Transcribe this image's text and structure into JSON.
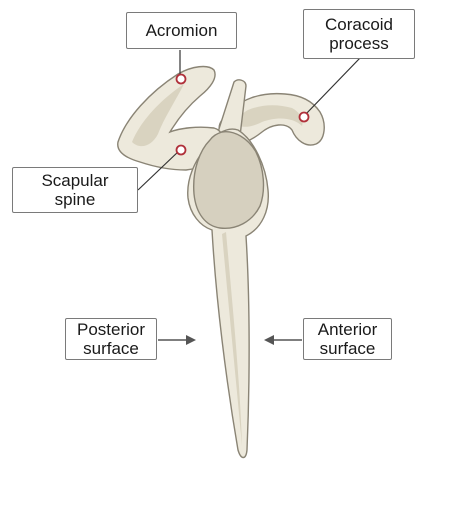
{
  "labels": {
    "acromion": "Acromion",
    "coracoid_process": "Coracoid\nprocess",
    "scapular_spine": "Scapular\nspine",
    "posterior_surface": "Posterior\nsurface",
    "anterior_surface": "Anterior\nsurface"
  },
  "colors": {
    "bone_fill": "#ede9dc",
    "bone_shade": "#d9d3c0",
    "bone_outline": "#8a8475",
    "glenoid_fill": "#d6d0bf",
    "marker": "#b0303a",
    "leader_line": "#333333",
    "arrow": "#555555"
  }
}
